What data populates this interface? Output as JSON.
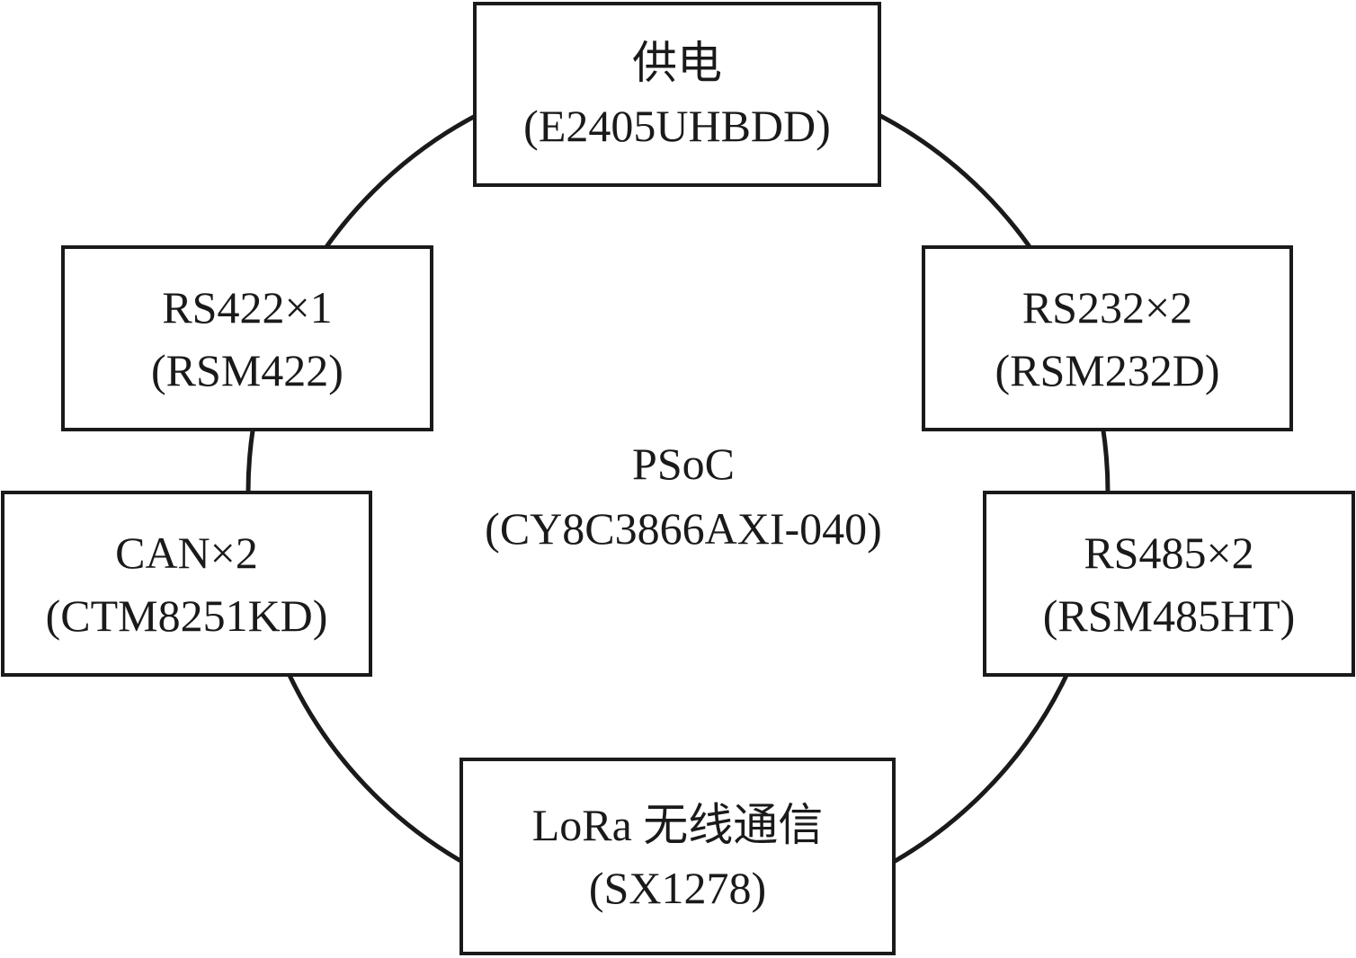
{
  "center": {
    "name": "PSoC",
    "part": "(CY8C3866AXI-040)"
  },
  "modules": {
    "power": {
      "name": "供电",
      "part": "(E2405UHBDD)"
    },
    "rs422": {
      "name": "RS422×1",
      "part": "(RSM422)"
    },
    "rs232": {
      "name": "RS232×2",
      "part": "(RSM232D)"
    },
    "can": {
      "name": "CAN×2",
      "part": "(CTM8251KD)"
    },
    "rs485": {
      "name": "RS485×2",
      "part": "(RSM485HT)"
    },
    "lora": {
      "name": "LoRa 无线通信",
      "part": "(SX1278)"
    }
  },
  "colors": {
    "line": "#1a1a1a",
    "background": "#ffffff"
  }
}
